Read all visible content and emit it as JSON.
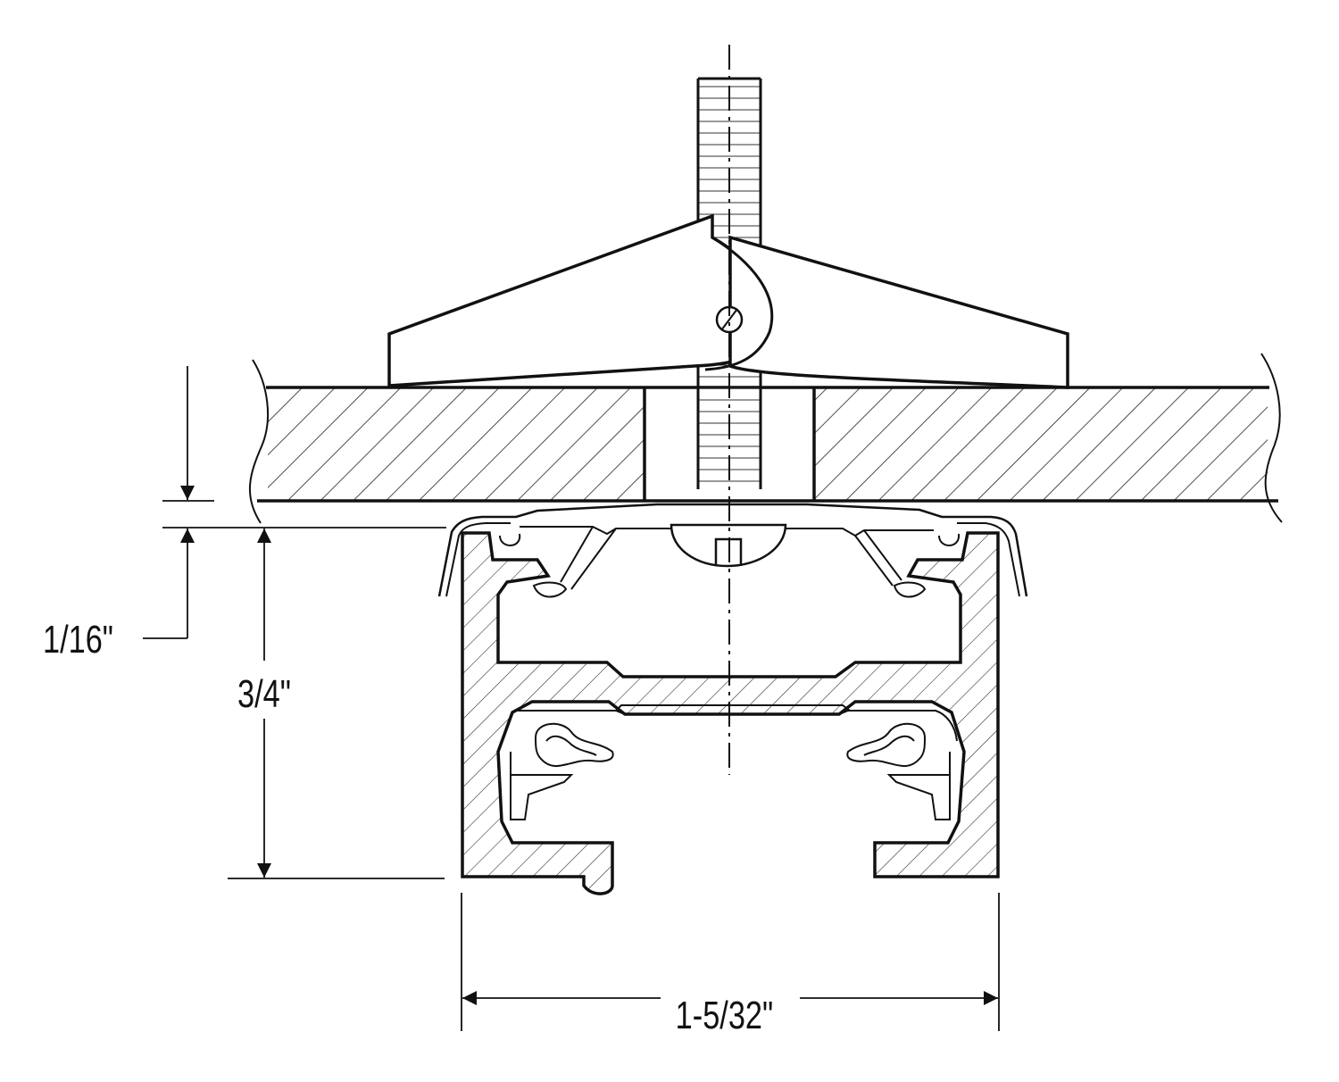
{
  "dimensions": {
    "gap": "1/16\"",
    "height": "3/4\"",
    "width": "1-5/32\""
  },
  "colors": {
    "line": "#111111",
    "hatch": "#222222",
    "background": "#ffffff"
  }
}
